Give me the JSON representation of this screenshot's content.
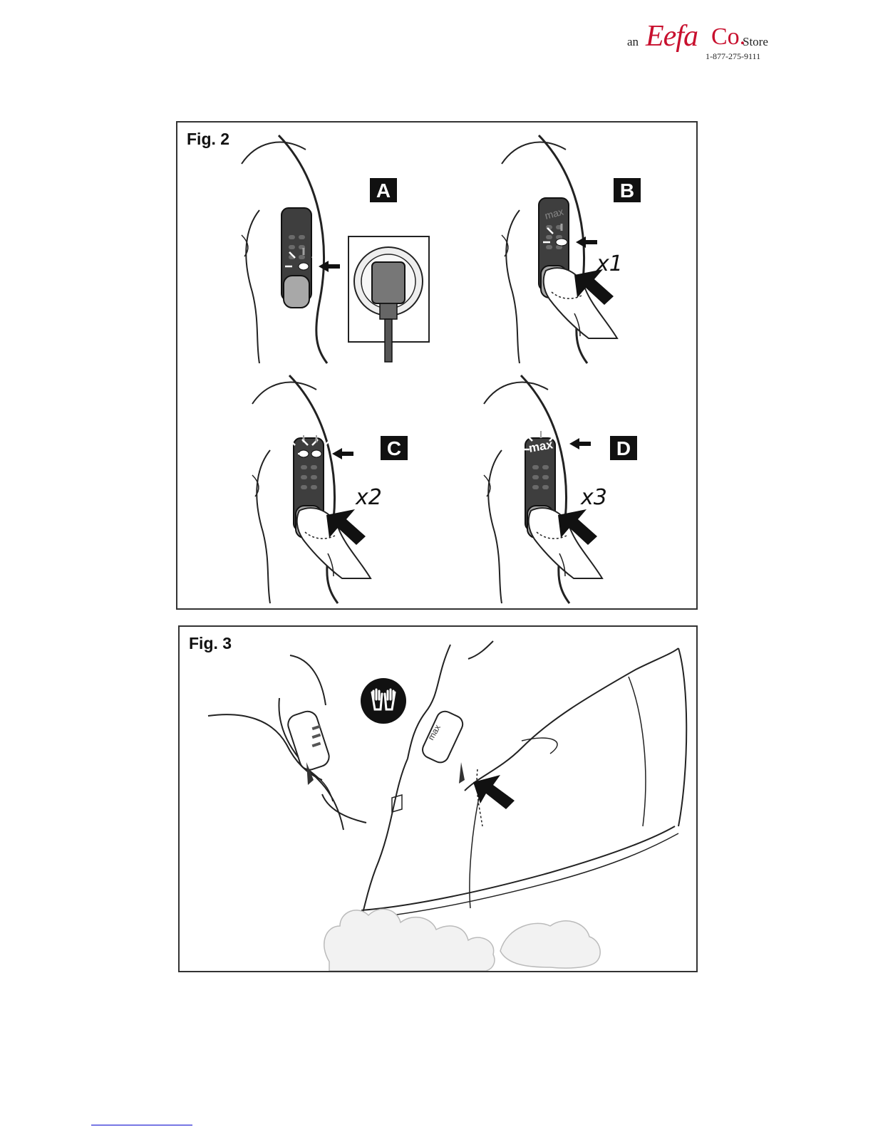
{
  "logo": {
    "prefix": "an",
    "brand_script": "Eefa",
    "brand_serif": "Co.",
    "suffix": "Store",
    "phone": "1-877-275-9111",
    "brand_color": "#c8102e"
  },
  "fig2": {
    "label": "Fig. 2",
    "steps": [
      {
        "letter": "A",
        "multiplier": ""
      },
      {
        "letter": "B",
        "multiplier": "x1"
      },
      {
        "letter": "C",
        "multiplier": "x2"
      },
      {
        "letter": "D",
        "multiplier": "x3"
      }
    ],
    "panel_text": "max"
  },
  "fig3": {
    "label": "Fig. 3",
    "icon": "two-hands-icon",
    "panel_text": "max"
  }
}
